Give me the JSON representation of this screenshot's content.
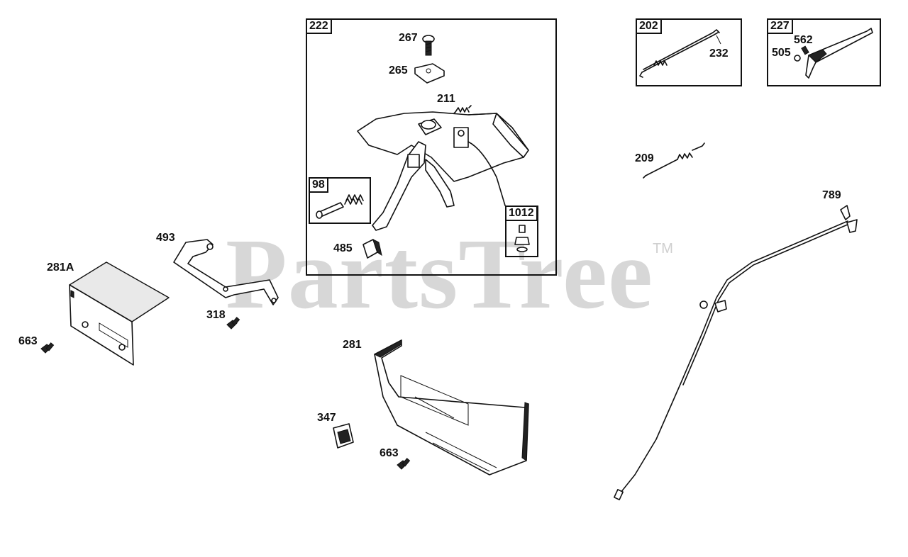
{
  "watermark": {
    "text": "PartsTree",
    "trademark": "TM"
  },
  "boxes": {
    "b222": "222",
    "b98": "98",
    "b1012": "1012",
    "b202": "202",
    "b227": "227"
  },
  "labels": {
    "l267": "267",
    "l265": "265",
    "l211": "211",
    "l485": "485",
    "l232": "232",
    "l562": "562",
    "l505": "505",
    "l209": "209",
    "l789": "789",
    "l493": "493",
    "l281A": "281A",
    "l318": "318",
    "l663a": "663",
    "l281": "281",
    "l347": "347",
    "l663b": "663"
  }
}
